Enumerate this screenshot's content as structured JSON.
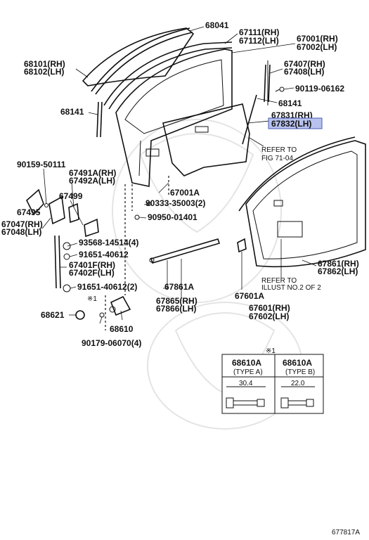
{
  "labels": {
    "p68041": "68041",
    "p67111": "67111(RH)",
    "p67112": "67112(LH)",
    "p67001": "67001(RH)",
    "p67002": "67002(LH)",
    "p68101": "68101(RH)",
    "p68102": "68102(LH)",
    "p67407": "67407(RH)",
    "p67408": "67408(LH)",
    "p90119": "90119-06162",
    "p68141a": "68141",
    "p68141b": "68141",
    "p67831": "67831(RH)",
    "p67832": "67832(LH)",
    "refer1a": "REFER TO",
    "refer1b": "FIG 71-04",
    "p90159": "90159-50111",
    "p67491a": "67491A(RH)",
    "p67492a": "67492A(LH)",
    "p67499": "67499",
    "p67495": "67495",
    "p67047": "67047(RH)",
    "p67048": "67048(LH)",
    "p67001a": "67001A",
    "p90333": "90333-35003(2)",
    "p90950": "90950-01401",
    "p93568": "93568-14514(4)",
    "p91651a": "91651-40612",
    "p67401f": "67401F(RH)",
    "p67402f": "67402F(LH)",
    "p91651b": "91651-40612(2)",
    "note1": "※1",
    "p68621": "68621",
    "p68610": "68610",
    "p90179": "90179-06070(4)",
    "p67861a": "67861A",
    "p67865": "67865(RH)",
    "p67866": "67866(LH)",
    "p67601a": "67601A",
    "p67601": "67601(RH)",
    "p67602": "67602(LH)",
    "refer2a": "REFER TO",
    "refer2b": "ILLUST NO.2 OF 2",
    "p67861": "67861(RH)",
    "p67862": "67862(LH)",
    "figure_id": "677817A"
  },
  "table": {
    "note": "※1",
    "col_a_part": "68610A",
    "col_a_type": "(TYPE A)",
    "col_a_dim": "30.4",
    "col_b_part": "68610A",
    "col_b_type": "(TYPE B)",
    "col_b_dim": "22.0"
  },
  "highlight_color": "#b8c2ee"
}
